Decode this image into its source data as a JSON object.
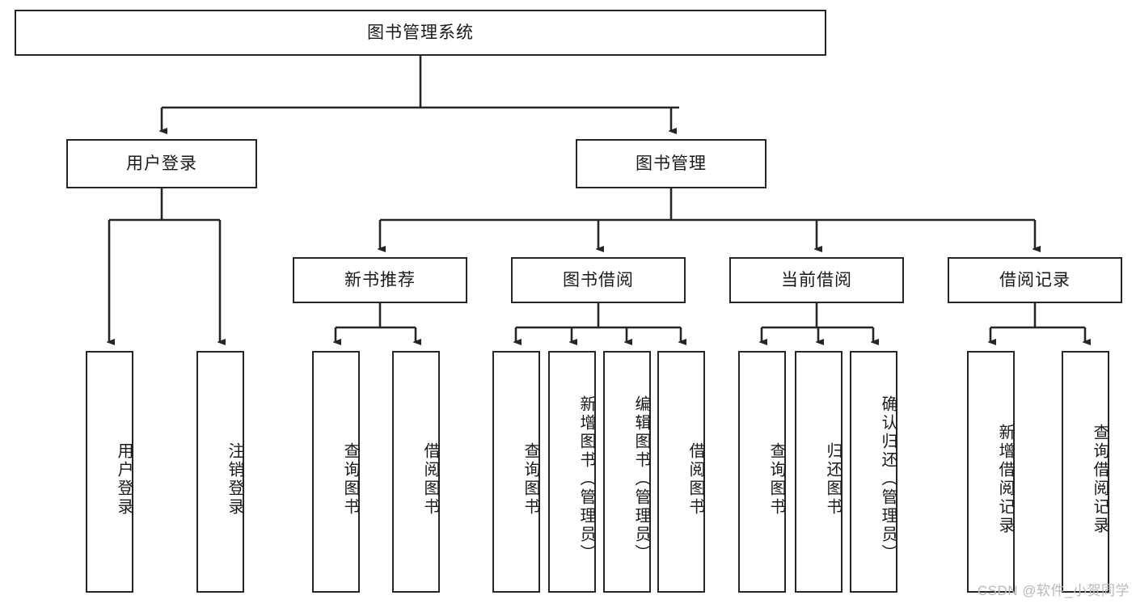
{
  "diagram": {
    "title": "图书管理系统",
    "type": "tree-hierarchy-diagram",
    "colors": {
      "box_border": "#262626",
      "box_fill": "#ffffff",
      "connector": "#262626",
      "text": "#1a1a1a",
      "watermark": "#b9b9b9",
      "background": "#ffffff"
    },
    "watermark": "CSDN @软件_小贺同学"
  },
  "nodes": {
    "root": {
      "label": "图书管理系统"
    },
    "level1": [
      {
        "label": "用户登录"
      },
      {
        "label": "图书管理"
      }
    ],
    "level2": [
      {
        "label": "新书推荐"
      },
      {
        "label": "图书借阅"
      },
      {
        "label": "当前借阅"
      },
      {
        "label": "借阅记录"
      }
    ],
    "leaves": {
      "user_login": [
        {
          "label": "用户登录"
        },
        {
          "label": "注销登录"
        }
      ],
      "new_book_recommend": [
        {
          "label": "查询图书"
        },
        {
          "label": "借阅图书"
        }
      ],
      "book_borrow": [
        {
          "label": "查询图书"
        },
        {
          "label": "新增图书（管理员）"
        },
        {
          "label": "编辑图书（管理员）"
        },
        {
          "label": "借阅图书"
        }
      ],
      "current_borrow": [
        {
          "label": "查询图书"
        },
        {
          "label": "归还图书"
        },
        {
          "label": "确认归还（管理员）"
        }
      ],
      "borrow_record": [
        {
          "label": "新增借阅记录"
        },
        {
          "label": "查询借阅记录"
        }
      ]
    }
  }
}
